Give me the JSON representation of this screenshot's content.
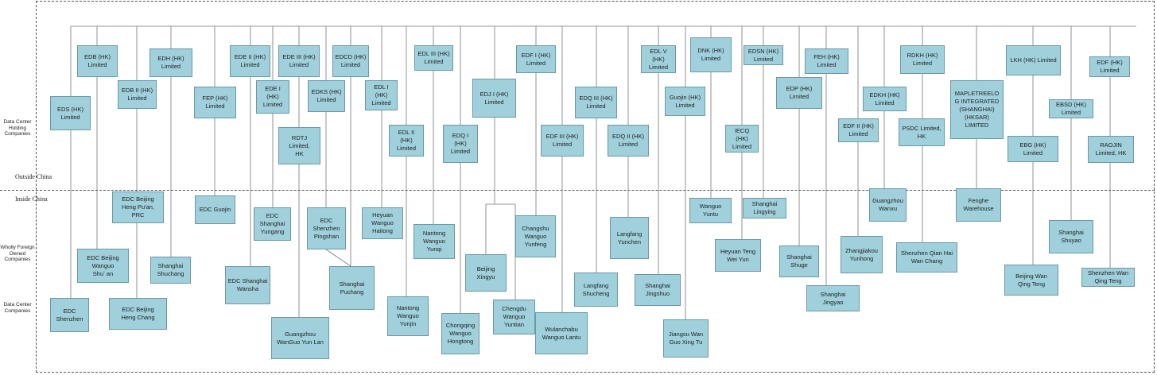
{
  "labels": {
    "holding": "Data Center\nHolding\nCompanies",
    "wfoe": "Wholly\nForeign\nOwned\nCompanies",
    "datacenter": "Data Center\nCompanies",
    "outside": "Outside China",
    "inside": "Inside China"
  },
  "colors": {
    "box_fill": "#9fd0dc",
    "box_border": "#6c98a4",
    "line": "#777777"
  },
  "boxes": [
    {
      "id": "eds",
      "text": "EDS (HK)\nLimited"
    },
    {
      "id": "edb",
      "text": "EDB (HK)\nLimited"
    },
    {
      "id": "edb2",
      "text": "EDB II (HK)\nLimited"
    },
    {
      "id": "edh",
      "text": "EDH (HK)\nLimited"
    },
    {
      "id": "fep",
      "text": "FEP (HK)\nLimited"
    },
    {
      "id": "ede2",
      "text": "EDE II (HK)\nLimited"
    },
    {
      "id": "ede3",
      "text": "EDE III (HK)\nLimited"
    },
    {
      "id": "ede1",
      "text": "EDE I\n(HK)\nLimited"
    },
    {
      "id": "edks",
      "text": "EDKS (HK)\nLimited"
    },
    {
      "id": "rdtj",
      "text": "RDTJ\nLimited,\nHK"
    },
    {
      "id": "edcd",
      "text": "EDCD (HK)\nLimited"
    },
    {
      "id": "edl1",
      "text": "EDL I (HK)\nLimited"
    },
    {
      "id": "edl3",
      "text": "EDL III (HK)\nLimited"
    },
    {
      "id": "edl2",
      "text": "EDL II (HK)\nLimited"
    },
    {
      "id": "edq1",
      "text": "EDQ I\n(HK)\nLimited"
    },
    {
      "id": "edj1",
      "text": "EDJ I (HK)\nLimited"
    },
    {
      "id": "edf1",
      "text": "EDF I (HK)\nLimited"
    },
    {
      "id": "edf3",
      "text": "EDF III (HK)\nLimited"
    },
    {
      "id": "edq3",
      "text": "EDQ III (HK)\nLimited"
    },
    {
      "id": "edq2",
      "text": "EDQ II (HK)\nLimited"
    },
    {
      "id": "edlv",
      "text": "EDL V (HK)\nLimited"
    },
    {
      "id": "guojin",
      "text": "Guojin (HK)\nLimited"
    },
    {
      "id": "dnk",
      "text": "DNK (HK)\nLimited"
    },
    {
      "id": "edsn",
      "text": "EDSN (HK)\nLimited"
    },
    {
      "id": "iecq",
      "text": "IECQ\n(HK)\nLimited"
    },
    {
      "id": "edp",
      "text": "EDP (HK)\nLimited"
    },
    {
      "id": "feh",
      "text": "FEH (HK)\nLimited"
    },
    {
      "id": "edf2",
      "text": "EDF II (HK)\nLimited"
    },
    {
      "id": "edkh",
      "text": "EDKH (HK)\nLimited"
    },
    {
      "id": "rdkh",
      "text": "RDKH (HK)\nLimited"
    },
    {
      "id": "psdc",
      "text": "PSDC Limited,\nHK"
    },
    {
      "id": "maple",
      "text": "MAPLETREELO\nG INTEGRATED\n(SHANGHAI)\n(HKSAR)\nLIMITED"
    },
    {
      "id": "lkh",
      "text": "LKH (HK) Limited"
    },
    {
      "id": "ebg",
      "text": "EBG (HK)\nLimited"
    },
    {
      "id": "ebsd",
      "text": "EBSD (HK)\nLimited"
    },
    {
      "id": "edf",
      "text": "EDF (HK)\nLimited"
    },
    {
      "id": "raojin",
      "text": "RAOJIN\nLimited, HK"
    },
    {
      "id": "edc_bj_hp",
      "text": "EDC Beijing\nHeng Pu'an,\nPRC"
    },
    {
      "id": "edc_guojin",
      "text": "EDC Guojin"
    },
    {
      "id": "edc_sh_yg",
      "text": "EDC\nShanghai\nYungang"
    },
    {
      "id": "edc_sz_ps",
      "text": "EDC\nShenzhen\nPingshan"
    },
    {
      "id": "heyuan_ht",
      "text": "Heyuan\nWanguo\nHaitong"
    },
    {
      "id": "nt_yunqi",
      "text": "Nantong\nWanguo\nYunqi"
    },
    {
      "id": "cs_yunfeng",
      "text": "Changshu\nWanguo\nYunfeng"
    },
    {
      "id": "lf_yunchen",
      "text": "Langfang\nYunchen"
    },
    {
      "id": "wg_yuntu",
      "text": "Wanguo\nYuntu"
    },
    {
      "id": "sh_lingying",
      "text": "Shanghai\nLingying"
    },
    {
      "id": "gz_wanxu",
      "text": "Guangzhou\nWanxu"
    },
    {
      "id": "fenghe",
      "text": "Fenghe\nWarehouse"
    },
    {
      "id": "edc_bj_sa",
      "text": "EDC Beijing\nWanguo\nShuʼ an"
    },
    {
      "id": "sh_shuchang",
      "text": "Shanghai\nShuchang"
    },
    {
      "id": "edc_sh_ws",
      "text": "EDC Shanghai\nWansha"
    },
    {
      "id": "sh_puchang",
      "text": "Shanghai\nPuchang"
    },
    {
      "id": "bj_xingyu",
      "text": "Beijing\nXingyu"
    },
    {
      "id": "lf_shucheng",
      "text": "Langfang\nShucheng"
    },
    {
      "id": "sh_jingshuo",
      "text": "Shanghai\nJingshuo"
    },
    {
      "id": "hy_teng",
      "text": "Heyuan Teng\nWei Yun"
    },
    {
      "id": "sh_shuge",
      "text": "Shanghai\nShuge"
    },
    {
      "id": "zj_yunhong",
      "text": "Zhangjiakou\nYunhong"
    },
    {
      "id": "sz_qianhai",
      "text": "Shenzhen Qian Hai\nWan Chang"
    },
    {
      "id": "sh_shuyao",
      "text": "Shanghai\nShuyao"
    },
    {
      "id": "bj_wqt",
      "text": "Beijing Wan\nQing Teng"
    },
    {
      "id": "sz_wqt",
      "text": "Shenzhen Wan\nQing Teng"
    },
    {
      "id": "edc_sz",
      "text": "EDC\nShenzhen"
    },
    {
      "id": "edc_bj_hc",
      "text": "EDC Beijing\nHeng Chang"
    },
    {
      "id": "gz_yunlan",
      "text": "Guangzhou\nWanGuo Yun Lan"
    },
    {
      "id": "nt_yunjin",
      "text": "Nantong\nWanguo\nYunjin"
    },
    {
      "id": "cq_hongtong",
      "text": "Chongqing\nWanguo\nHongtong"
    },
    {
      "id": "cd_yuntian",
      "text": "Chengdu\nWanguo\nYuntian"
    },
    {
      "id": "wlcb_lantu",
      "text": "Wulanchabu\nWanguo Lantu"
    },
    {
      "id": "js_xingtu",
      "text": "Jiangsu Wan\nGuo Xing Tu"
    },
    {
      "id": "sh_jingyao",
      "text": "Shanghai\nJingyao"
    }
  ]
}
